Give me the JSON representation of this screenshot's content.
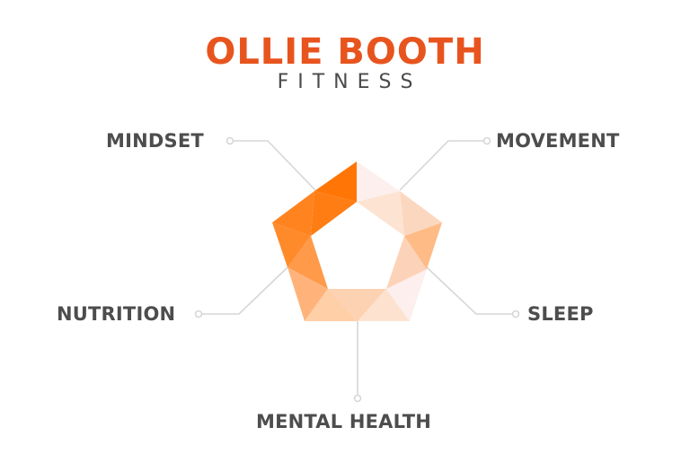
{
  "brand": {
    "title": "OLLIE BOOTH",
    "subtitle": "FITNESS",
    "title_color": "#e8541e",
    "subtitle_color": "#4a4a4a"
  },
  "pillars": [
    {
      "id": "mindset",
      "label": "MINDSET"
    },
    {
      "id": "movement",
      "label": "MOVEMENT"
    },
    {
      "id": "nutrition",
      "label": "NUTRITION"
    },
    {
      "id": "sleep",
      "label": "SLEEP"
    },
    {
      "id": "mental-health",
      "label": "MENTAL HEALTH"
    }
  ],
  "colors": {
    "label_text": "#4d4d4d",
    "connector": "#d6d6d6",
    "highlight": "#ff7300"
  }
}
